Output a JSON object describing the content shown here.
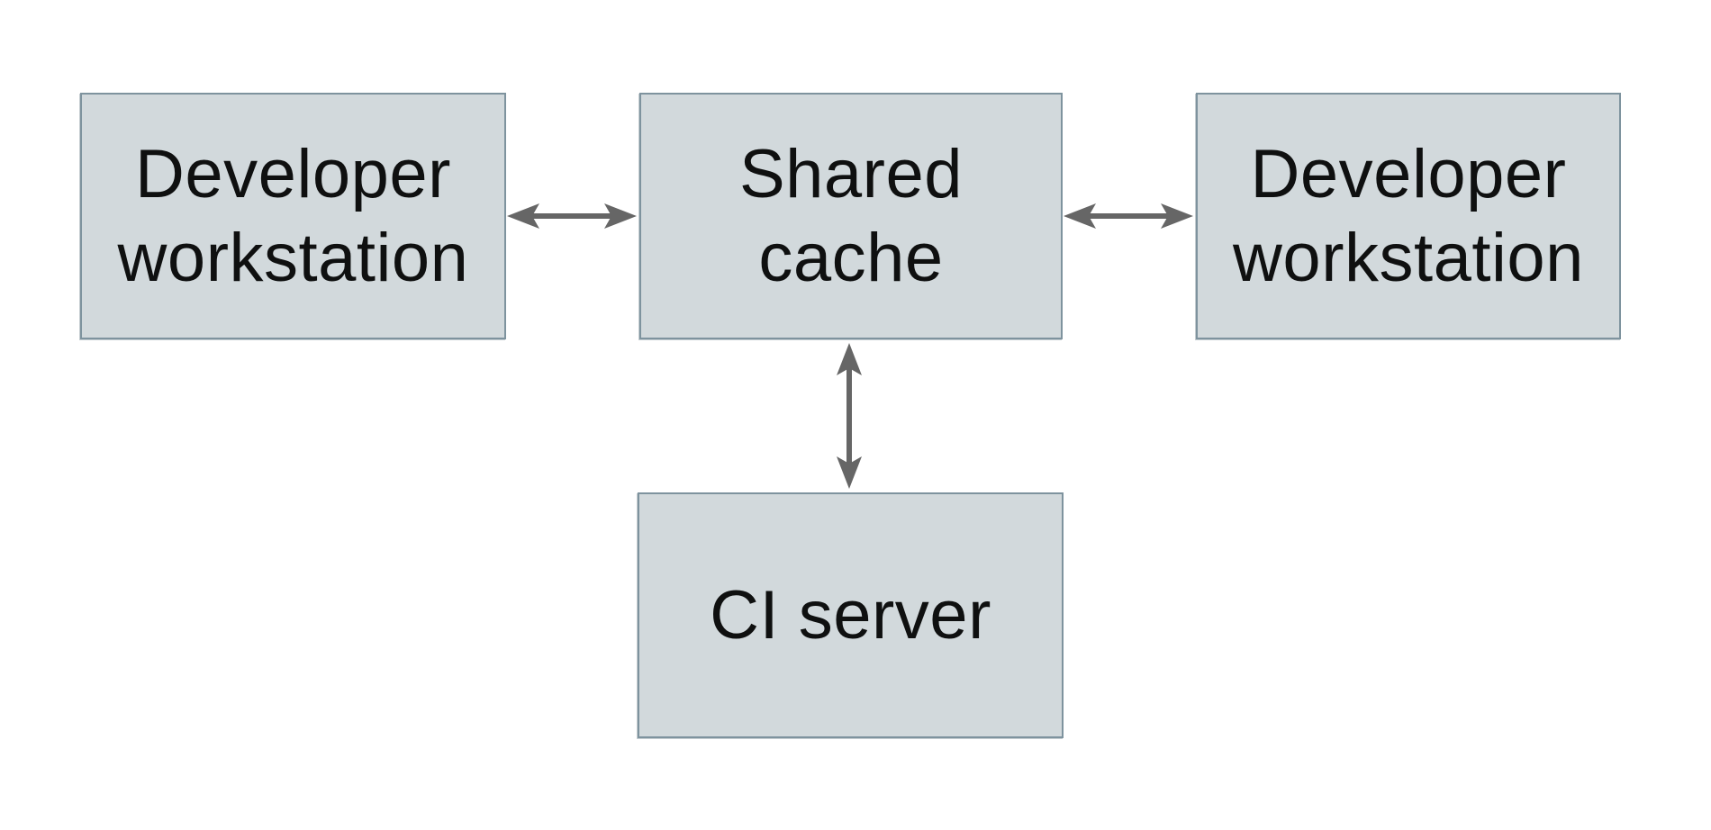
{
  "diagram": {
    "type": "architecture-diagram",
    "background_color": "#ffffff",
    "node_fill_color": "#d2d9dc",
    "node_border_color": "#7e939e",
    "arrow_color": "#666666",
    "text_color": "#0f1010",
    "nodes": [
      {
        "id": "developer-workstation-left",
        "label": "Developer\nworkstation"
      },
      {
        "id": "shared-cache",
        "label": "Shared\ncache"
      },
      {
        "id": "developer-workstation-right",
        "label": "Developer\nworkstation"
      },
      {
        "id": "ci-server",
        "label": "CI server"
      }
    ],
    "edges": [
      {
        "from": "developer-workstation-left",
        "to": "shared-cache",
        "direction": "bidirectional",
        "orientation": "horizontal"
      },
      {
        "from": "shared-cache",
        "to": "developer-workstation-right",
        "direction": "bidirectional",
        "orientation": "horizontal"
      },
      {
        "from": "shared-cache",
        "to": "ci-server",
        "direction": "bidirectional",
        "orientation": "vertical"
      }
    ]
  }
}
